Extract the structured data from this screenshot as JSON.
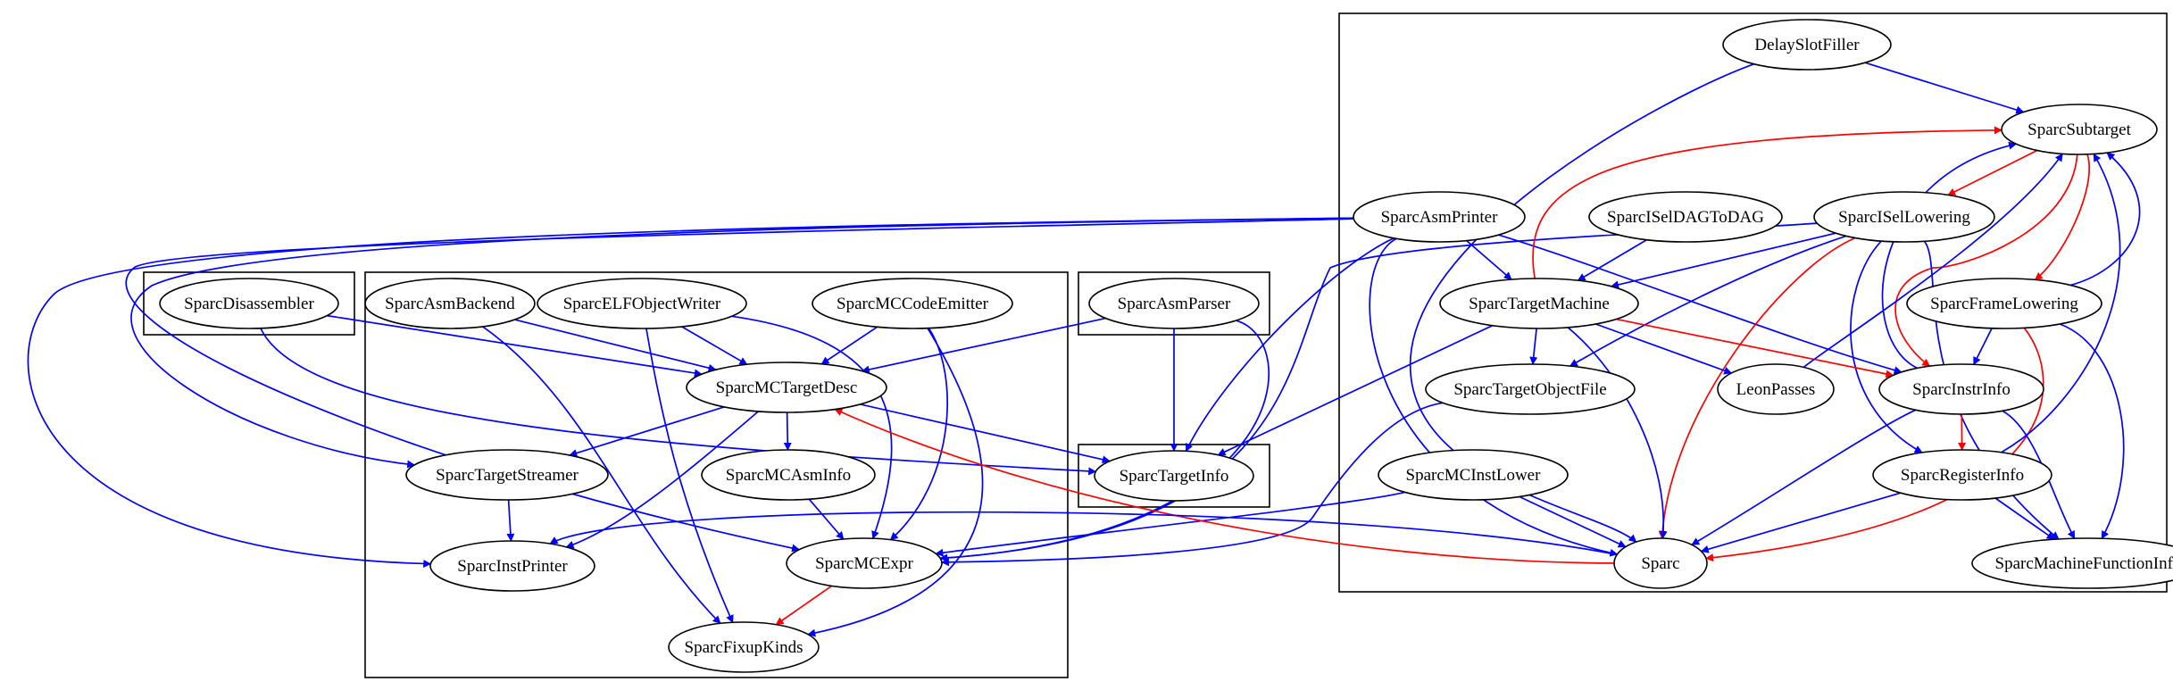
{
  "colors": {
    "blue": "#0000ff",
    "red": "#ff0000",
    "stroke": "#000000",
    "background": "#ffffff"
  },
  "nodes": [
    {
      "id": "SparcDisassembler",
      "label": "SparcDisassembler"
    },
    {
      "id": "SparcAsmBackend",
      "label": "SparcAsmBackend"
    },
    {
      "id": "SparcELFObjectWriter",
      "label": "SparcELFObjectWriter"
    },
    {
      "id": "SparcMCCodeEmitter",
      "label": "SparcMCCodeEmitter"
    },
    {
      "id": "SparcMCTargetDesc",
      "label": "SparcMCTargetDesc"
    },
    {
      "id": "SparcTargetStreamer",
      "label": "SparcTargetStreamer"
    },
    {
      "id": "SparcMCAsmInfo",
      "label": "SparcMCAsmInfo"
    },
    {
      "id": "SparcInstPrinter",
      "label": "SparcInstPrinter"
    },
    {
      "id": "SparcMCExpr",
      "label": "SparcMCExpr"
    },
    {
      "id": "SparcFixupKinds",
      "label": "SparcFixupKinds"
    },
    {
      "id": "SparcAsmParser",
      "label": "SparcAsmParser"
    },
    {
      "id": "SparcTargetInfo",
      "label": "SparcTargetInfo"
    },
    {
      "id": "DelaySlotFiller",
      "label": "DelaySlotFiller"
    },
    {
      "id": "SparcSubtarget",
      "label": "SparcSubtarget"
    },
    {
      "id": "SparcAsmPrinter",
      "label": "SparcAsmPrinter"
    },
    {
      "id": "SparcISelDAGToDAG",
      "label": "SparcISelDAGToDAG"
    },
    {
      "id": "SparcISelLowering",
      "label": "SparcISelLowering"
    },
    {
      "id": "SparcTargetMachine",
      "label": "SparcTargetMachine"
    },
    {
      "id": "SparcFrameLowering",
      "label": "SparcFrameLowering"
    },
    {
      "id": "SparcTargetObjectFile",
      "label": "SparcTargetObjectFile"
    },
    {
      "id": "LeonPasses",
      "label": "LeonPasses"
    },
    {
      "id": "SparcInstrInfo",
      "label": "SparcInstrInfo"
    },
    {
      "id": "SparcMCInstLower",
      "label": "SparcMCInstLower"
    },
    {
      "id": "SparcRegisterInfo",
      "label": "SparcRegisterInfo"
    },
    {
      "id": "Sparc",
      "label": "Sparc"
    },
    {
      "id": "SparcMachineFunctionInfo",
      "label": "SparcMachineFunctionInfo"
    }
  ],
  "edges": [
    {
      "from": "SparcDisassembler",
      "to": "SparcMCTargetDesc",
      "color": "blue"
    },
    {
      "from": "SparcDisassembler",
      "to": "SparcTargetInfo",
      "color": "blue"
    },
    {
      "from": "SparcAsmBackend",
      "to": "SparcMCTargetDesc",
      "color": "blue"
    },
    {
      "from": "SparcAsmBackend",
      "to": "SparcFixupKinds",
      "color": "blue"
    },
    {
      "from": "SparcELFObjectWriter",
      "to": "SparcMCTargetDesc",
      "color": "blue"
    },
    {
      "from": "SparcELFObjectWriter",
      "to": "SparcMCExpr",
      "color": "blue"
    },
    {
      "from": "SparcELFObjectWriter",
      "to": "SparcFixupKinds",
      "color": "blue"
    },
    {
      "from": "SparcMCCodeEmitter",
      "to": "SparcMCTargetDesc",
      "color": "blue"
    },
    {
      "from": "SparcMCCodeEmitter",
      "to": "SparcMCExpr",
      "color": "blue"
    },
    {
      "from": "SparcMCCodeEmitter",
      "to": "SparcFixupKinds",
      "color": "blue"
    },
    {
      "from": "SparcMCTargetDesc",
      "to": "SparcTargetStreamer",
      "color": "blue"
    },
    {
      "from": "SparcMCTargetDesc",
      "to": "SparcMCAsmInfo",
      "color": "blue"
    },
    {
      "from": "SparcMCTargetDesc",
      "to": "SparcInstPrinter",
      "color": "blue"
    },
    {
      "from": "SparcMCTargetDesc",
      "to": "SparcTargetInfo",
      "color": "blue"
    },
    {
      "from": "SparcTargetStreamer",
      "to": "SparcInstPrinter",
      "color": "blue"
    },
    {
      "from": "SparcMCAsmInfo",
      "to": "SparcMCExpr",
      "color": "blue"
    },
    {
      "from": "SparcMCExpr",
      "to": "SparcFixupKinds",
      "color": "red"
    },
    {
      "from": "SparcAsmParser",
      "to": "SparcMCTargetDesc",
      "color": "blue"
    },
    {
      "from": "SparcAsmParser",
      "to": "SparcTargetInfo",
      "color": "blue"
    },
    {
      "from": "SparcAsmParser",
      "to": "SparcMCExpr",
      "color": "blue"
    },
    {
      "from": "DelaySlotFiller",
      "to": "SparcSubtarget",
      "color": "blue"
    },
    {
      "from": "DelaySlotFiller",
      "to": "Sparc",
      "color": "blue"
    },
    {
      "from": "SparcSubtarget",
      "to": "SparcISelLowering",
      "color": "red"
    },
    {
      "from": "SparcSubtarget",
      "to": "SparcFrameLowering",
      "color": "red"
    },
    {
      "from": "SparcSubtarget",
      "to": "SparcInstrInfo",
      "color": "red"
    },
    {
      "from": "SparcAsmPrinter",
      "to": "SparcTargetMachine",
      "color": "blue"
    },
    {
      "from": "SparcAsmPrinter",
      "to": "SparcInstrInfo",
      "color": "blue"
    },
    {
      "from": "SparcAsmPrinter",
      "to": "SparcTargetInfo",
      "color": "blue"
    },
    {
      "from": "SparcAsmPrinter",
      "to": "Sparc",
      "color": "blue"
    },
    {
      "from": "SparcAsmPrinter",
      "to": "SparcTargetStreamer",
      "color": "blue"
    },
    {
      "from": "SparcAsmPrinter",
      "to": "SparcInstPrinter",
      "color": "blue"
    },
    {
      "from": "SparcAsmPrinter",
      "to": "SparcMCExpr",
      "color": "blue"
    },
    {
      "from": "SparcISelDAGToDAG",
      "to": "SparcTargetMachine",
      "color": "blue"
    },
    {
      "from": "SparcISelLowering",
      "to": "SparcTargetMachine",
      "color": "blue"
    },
    {
      "from": "SparcISelLowering",
      "to": "SparcTargetObjectFile",
      "color": "blue"
    },
    {
      "from": "SparcISelLowering",
      "to": "SparcRegisterInfo",
      "color": "blue"
    },
    {
      "from": "SparcISelLowering",
      "to": "SparcMachineFunctionInfo",
      "color": "blue"
    },
    {
      "from": "SparcISelLowering",
      "to": "Sparc",
      "color": "red"
    },
    {
      "from": "SparcISelLowering",
      "to": "SparcMCExpr",
      "color": "blue"
    },
    {
      "from": "SparcTargetMachine",
      "to": "SparcSubtarget",
      "color": "red"
    },
    {
      "from": "SparcTargetMachine",
      "to": "SparcTargetObjectFile",
      "color": "blue"
    },
    {
      "from": "SparcTargetMachine",
      "to": "LeonPasses",
      "color": "blue"
    },
    {
      "from": "SparcTargetMachine",
      "to": "SparcInstrInfo",
      "color": "red"
    },
    {
      "from": "SparcTargetMachine",
      "to": "Sparc",
      "color": "blue"
    },
    {
      "from": "SparcTargetMachine",
      "to": "SparcTargetInfo",
      "color": "blue"
    },
    {
      "from": "SparcFrameLowering",
      "to": "SparcInstrInfo",
      "color": "blue"
    },
    {
      "from": "SparcFrameLowering",
      "to": "SparcSubtarget",
      "color": "blue"
    },
    {
      "from": "SparcFrameLowering",
      "to": "SparcMachineFunctionInfo",
      "color": "blue"
    },
    {
      "from": "SparcFrameLowering",
      "to": "Sparc",
      "color": "red"
    },
    {
      "from": "SparcTargetObjectFile",
      "to": "SparcMCExpr",
      "color": "blue"
    },
    {
      "from": "LeonPasses",
      "to": "SparcSubtarget",
      "color": "blue"
    },
    {
      "from": "SparcInstrInfo",
      "to": "SparcRegisterInfo",
      "color": "red"
    },
    {
      "from": "SparcInstrInfo",
      "to": "SparcSubtarget",
      "color": "blue"
    },
    {
      "from": "SparcInstrInfo",
      "to": "SparcMachineFunctionInfo",
      "color": "blue"
    },
    {
      "from": "SparcInstrInfo",
      "to": "Sparc",
      "color": "blue"
    },
    {
      "from": "SparcMCInstLower",
      "to": "Sparc",
      "color": "blue"
    },
    {
      "from": "SparcMCInstLower",
      "to": "SparcMCExpr",
      "color": "blue"
    },
    {
      "from": "SparcRegisterInfo",
      "to": "SparcMachineFunctionInfo",
      "color": "blue"
    },
    {
      "from": "SparcRegisterInfo",
      "to": "Sparc",
      "color": "blue"
    },
    {
      "from": "SparcRegisterInfo",
      "to": "SparcSubtarget",
      "color": "blue"
    },
    {
      "from": "Sparc",
      "to": "SparcMCTargetDesc",
      "color": "red"
    },
    {
      "from": "Sparc",
      "to": "SparcInstPrinter",
      "color": "blue"
    }
  ]
}
